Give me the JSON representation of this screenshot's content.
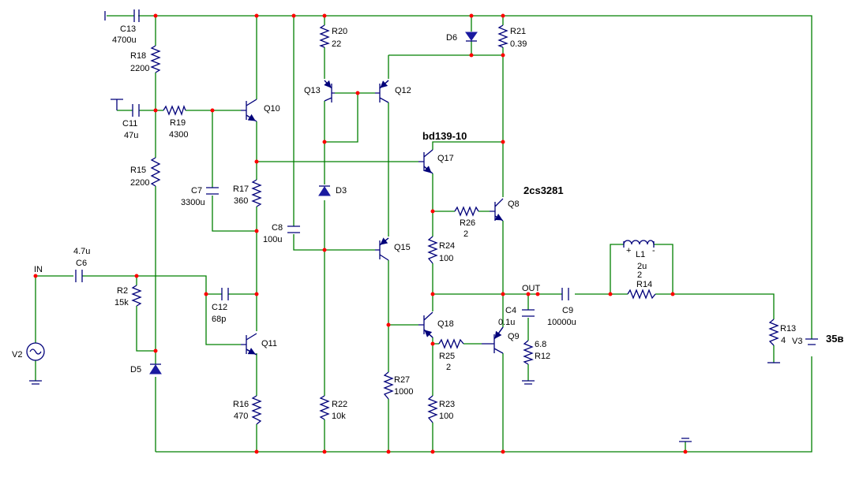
{
  "labels": {
    "C13": "C13",
    "C13v": "4700u",
    "R18": "R18",
    "R18v": "2200",
    "C11": "C11",
    "C11v": "47u",
    "R19": "R19",
    "R19v": "4300",
    "R15": "R15",
    "R15v": "2200",
    "C7": "C7",
    "C7v": "3300u",
    "R17": "R17",
    "R17v": "360",
    "C8": "C8",
    "C8v": "100u",
    "Q10": "Q10",
    "Q11": "Q11",
    "R20": "R20",
    "R20v": "22",
    "Q13": "Q13",
    "Q12": "Q12",
    "D3": "D3",
    "D6": "D6",
    "R21": "R21",
    "R21v": "0.39",
    "bd139": "bd139-10",
    "Q17": "Q17",
    "cs3281": "2cs3281",
    "Q8": "Q8",
    "R26": "R26",
    "R26v": "2",
    "R24": "R24",
    "R24v": "100",
    "Q15": "Q15",
    "IN": "IN",
    "C6v": "4.7u",
    "C6": "C6",
    "R2": "R2",
    "R2v": "15k",
    "C12": "C12",
    "C12v": "68p",
    "V2": "V2",
    "D5": "D5",
    "R16": "R16",
    "R16v": "470",
    "R22": "R22",
    "R22v": "10k",
    "R27": "R27",
    "R27v": "1000",
    "Q18": "Q18",
    "R25": "R25",
    "R25v": "2",
    "R23": "R23",
    "R23v": "100",
    "Q9": "Q9",
    "OUT": "OUT",
    "C4": "C4",
    "C4v": "0.1u",
    "R12v": "6.8",
    "R12": "R12",
    "C9": "C9",
    "C9v": "10000u",
    "L1": "L1",
    "L1v1": "2u",
    "L1v2": "2",
    "R14": "R14",
    "R13": "R13",
    "R13v": "4",
    "V3": "V3",
    "V3v": "35в",
    "plus": "+",
    "minus": "-"
  },
  "colors": {
    "wire": "#008000",
    "component": "#00007a",
    "node": "#ff0000",
    "text": "#000000"
  }
}
